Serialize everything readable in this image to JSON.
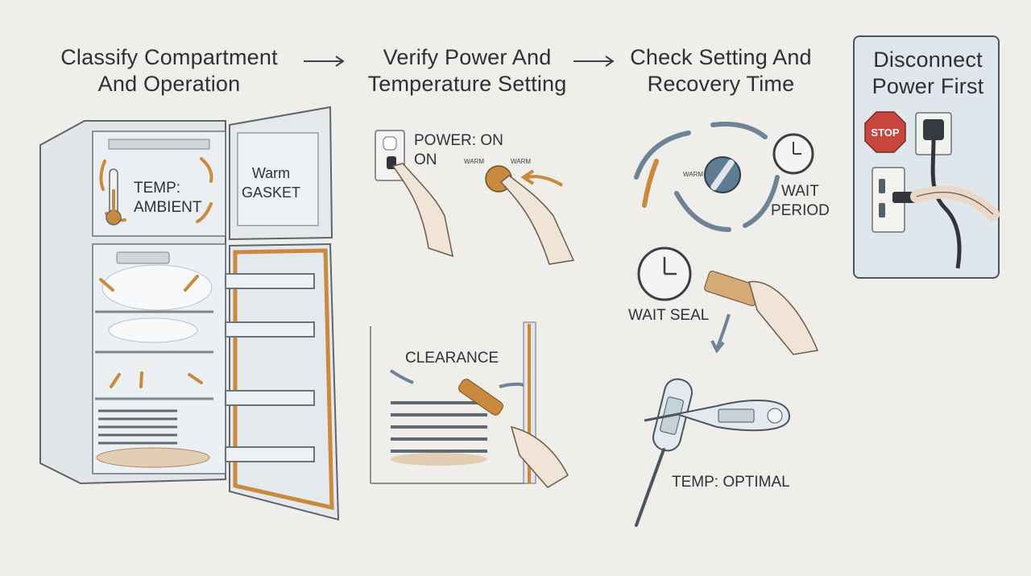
{
  "steps": [
    {
      "title_line1": "Classify Compartment",
      "title_line2": "And Operation"
    },
    {
      "title_line1": "Verify Power And",
      "title_line2": "Temperature Setting"
    },
    {
      "title_line1": "Check Setting And",
      "title_line2": "Recovery Time"
    }
  ],
  "warning": {
    "title_line1": "Disconnect",
    "title_line2": "Power First",
    "stop_sign": "STOP"
  },
  "fridge": {
    "temp_label_line1": "TEMP:",
    "temp_label_line2": "AMBIENT",
    "gasket_label_line1": "Warm",
    "gasket_label_line2": "GASKET"
  },
  "power": {
    "label_line1": "POWER: ON",
    "label_line2": "ON",
    "dial_left": "WARM",
    "dial_right": "WARM"
  },
  "coils": {
    "label": "CLEARANCE"
  },
  "recovery": {
    "dial_label": "WARM",
    "wait_label_line1": "WAIT",
    "wait_label_line2": "PERIOD",
    "seal_label": "WAIT SEAL",
    "temp_label": "TEMP: OPTIMAL"
  },
  "colors": {
    "accent_orange": "#c98a3e",
    "arrow_blue": "#6e8496",
    "stop_red": "#c7463e",
    "steel": "#7f8c97"
  }
}
